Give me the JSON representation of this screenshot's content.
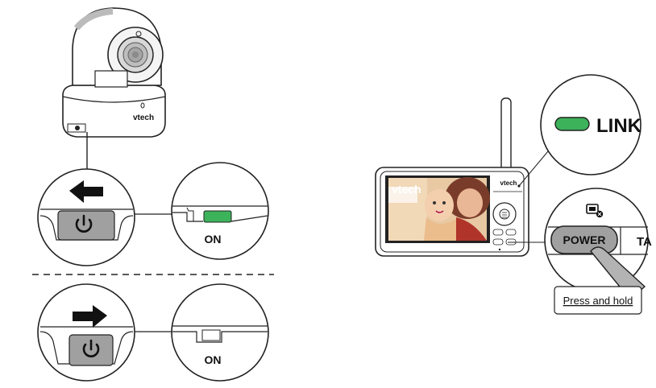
{
  "camera": {
    "brand": "vtech"
  },
  "monitor": {
    "brand": "vtech",
    "screen_brand": "vtech"
  },
  "switch_on": {
    "label": "ON"
  },
  "switch_off": {
    "label": "ON"
  },
  "link": {
    "label": "LINK"
  },
  "power": {
    "label": "POWER",
    "next_label": "TA"
  },
  "press_hold": {
    "label": "Press and hold"
  },
  "colors": {
    "led_green": "#3cb25a",
    "button_grey": "#a0a0a0",
    "line": "#222222"
  }
}
